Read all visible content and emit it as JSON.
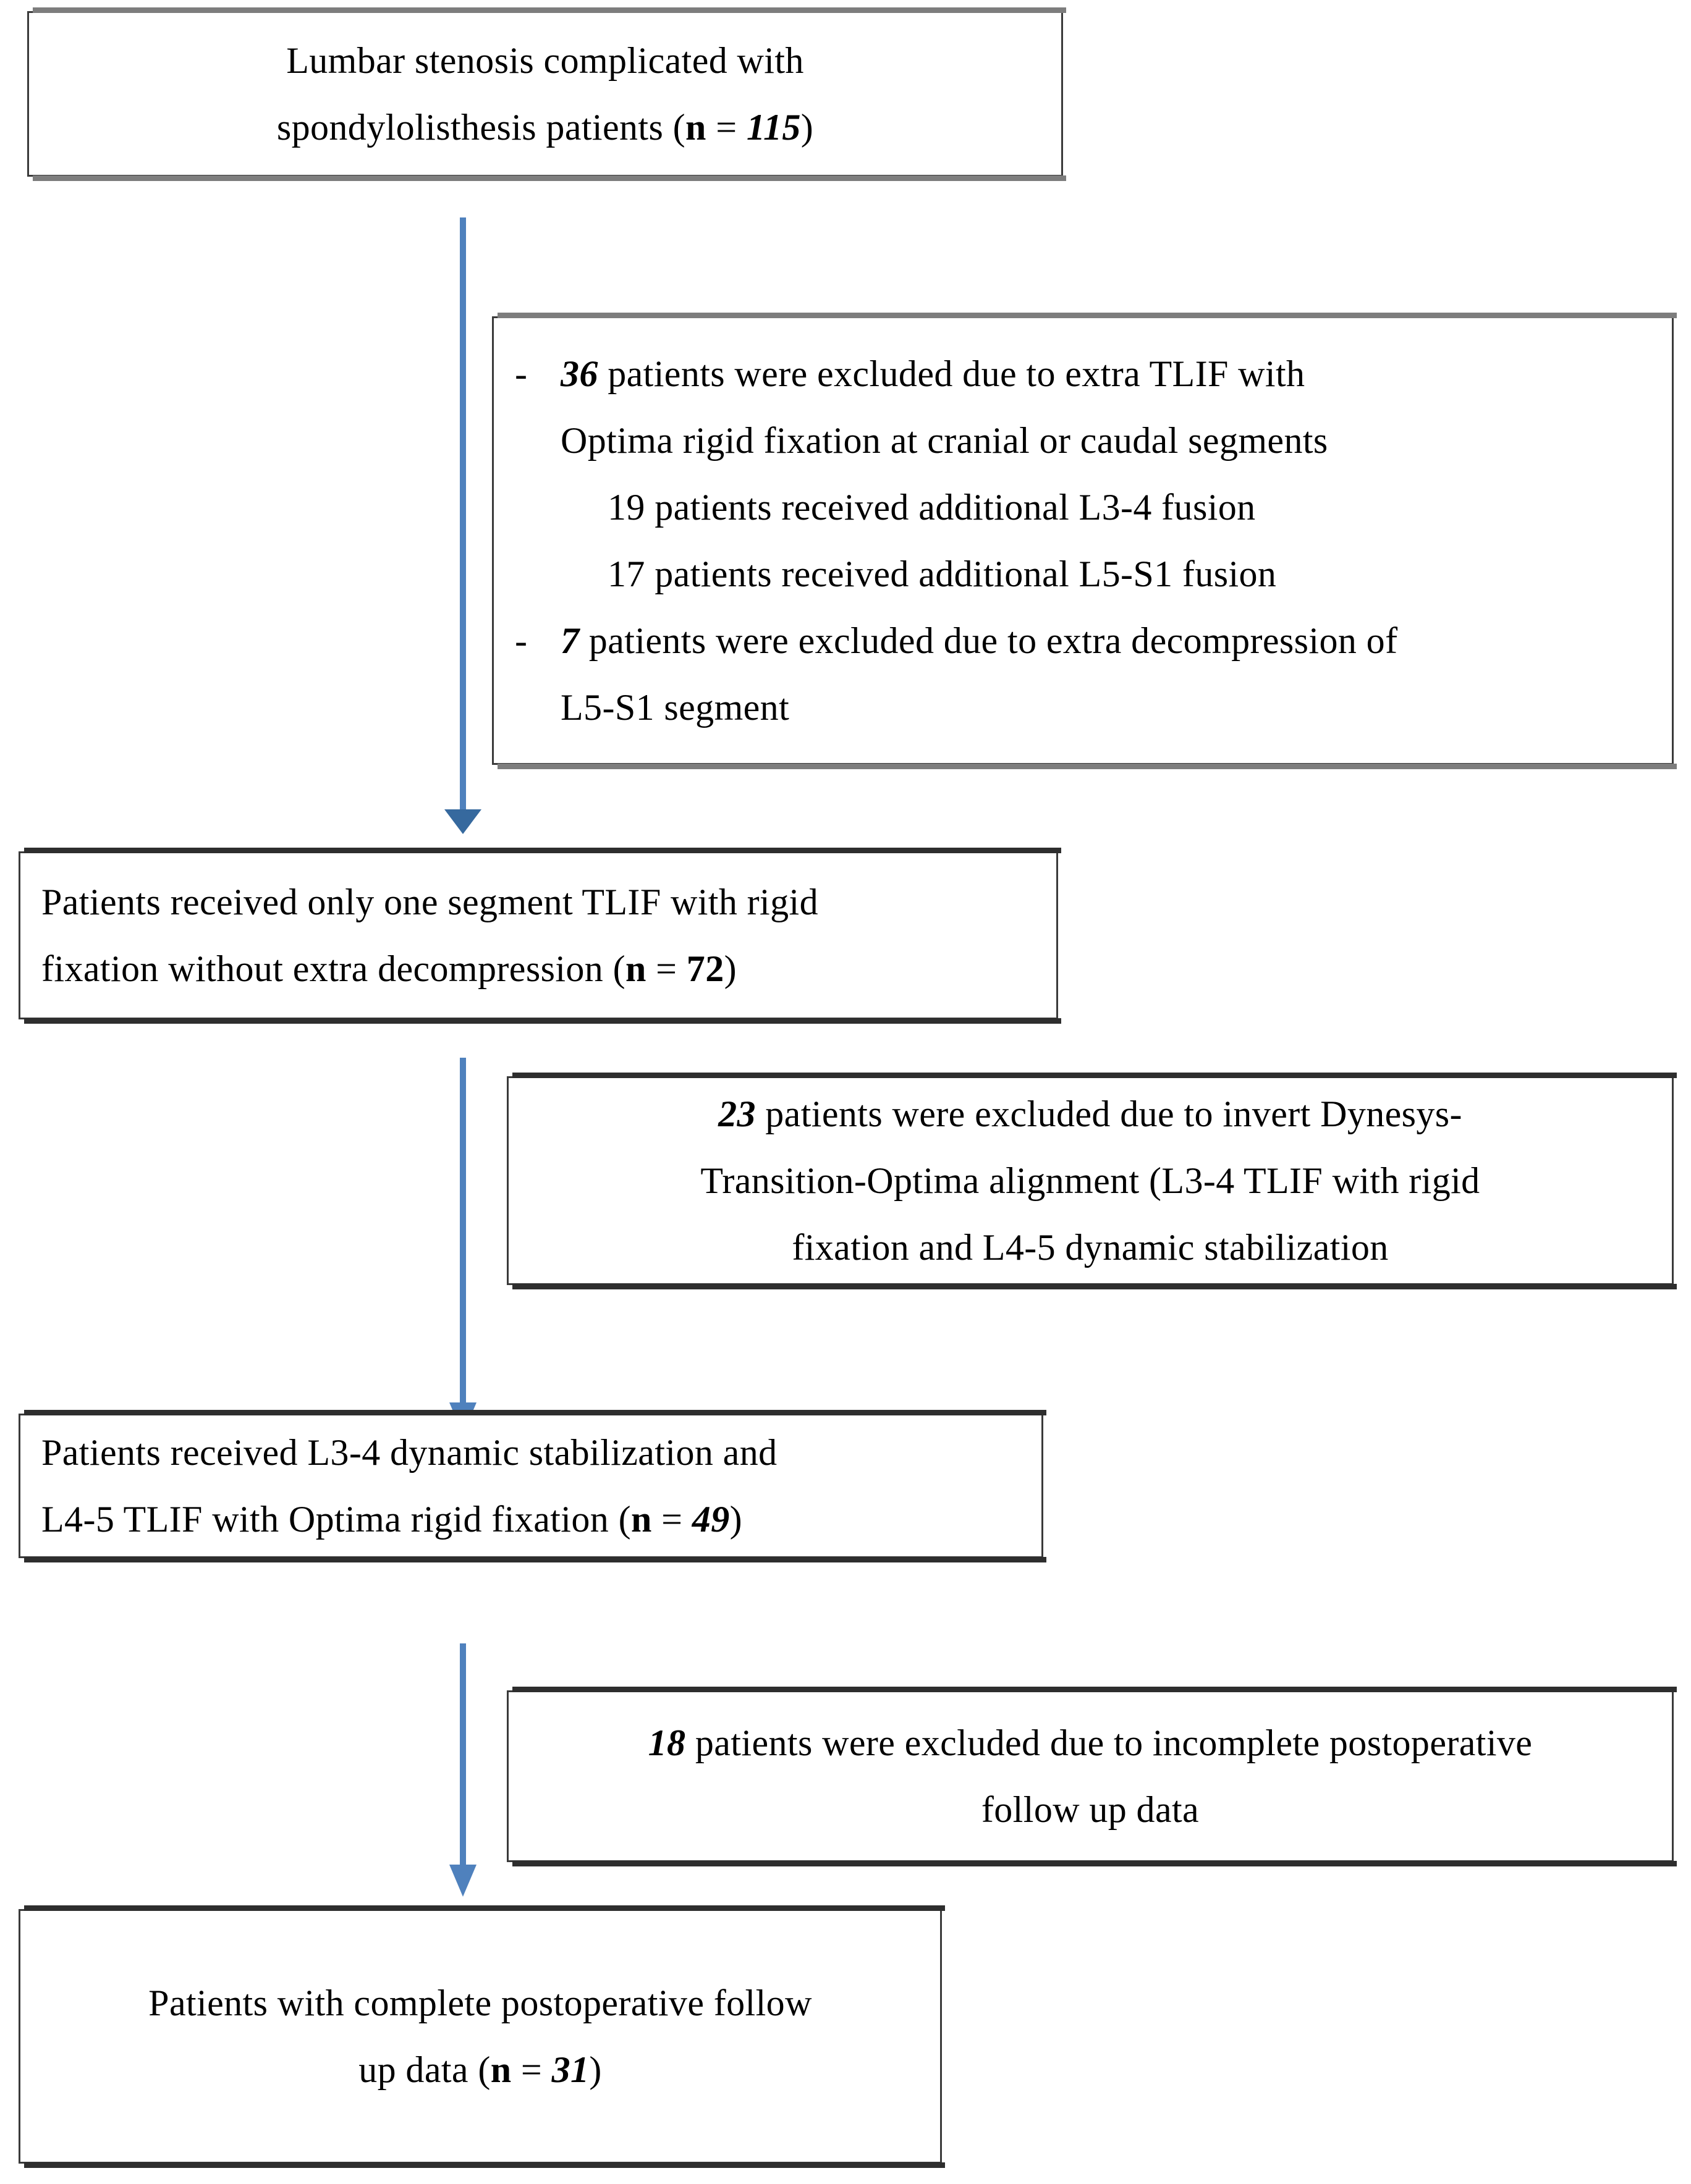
{
  "figure": {
    "type": "flowchart",
    "title": "Patient selection flow diagram",
    "accent_color": "#4f81bd",
    "box_border_color": "#3a3a3a",
    "shadow_color": "#7d7d7d"
  },
  "boxes": {
    "enrollment": {
      "line1": "Lumbar stenosis complicated with",
      "line2_pre": "spondylolisthesis patients (",
      "line2_n": "n",
      "line2_eq": " = ",
      "line2_value": "115",
      "line2_post": ")"
    },
    "exclusion1": {
      "bullet1_dash": "-",
      "bullet1_value": "36",
      "bullet1_text": " patients were excluded due to extra TLIF with",
      "bullet1_line2": "Optima rigid fixation at cranial or caudal segments",
      "sub1": "19 patients received additional L3-4 fusion",
      "sub2": "17 patients received additional L5-S1 fusion",
      "bullet2_dash": "-",
      "bullet2_value": "7",
      "bullet2_text": " patients were excluded due to extra decompression of",
      "bullet2_line2": "L5-S1 segment"
    },
    "stage2": {
      "line1": "Patients received only one segment TLIF with rigid",
      "line2_pre": "fixation without extra decompression (",
      "line2_n": "n",
      "line2_eq": " = ",
      "line2_value": "72",
      "line2_post": ")"
    },
    "exclusion2": {
      "line1_value": "23",
      "line1_text": " patients were excluded due to invert Dynesys-",
      "line2": "Transition-Optima alignment (L3-4 TLIF with rigid",
      "line3": "fixation and L4-5 dynamic stabilization"
    },
    "stage3": {
      "line1": "Patients received L3-4 dynamic stabilization and",
      "line2_pre": "L4-5 TLIF with Optima rigid fixation (",
      "line2_n": "n",
      "line2_eq": " = ",
      "line2_value": "49",
      "line2_post": ")"
    },
    "exclusion3": {
      "line1_value": "18",
      "line1_text": " patients were excluded due to incomplete postoperative",
      "line2": "follow up data"
    },
    "final": {
      "line1": "Patients with complete postoperative follow",
      "line2_pre": "up data (",
      "line2_n": "n",
      "line2_eq": " = ",
      "line2_value": "31",
      "line2_post": ")"
    }
  },
  "connectors": [
    {
      "name": "enrollment-to-stage2"
    },
    {
      "name": "stage2-to-stage3"
    },
    {
      "name": "stage3-to-final"
    }
  ]
}
